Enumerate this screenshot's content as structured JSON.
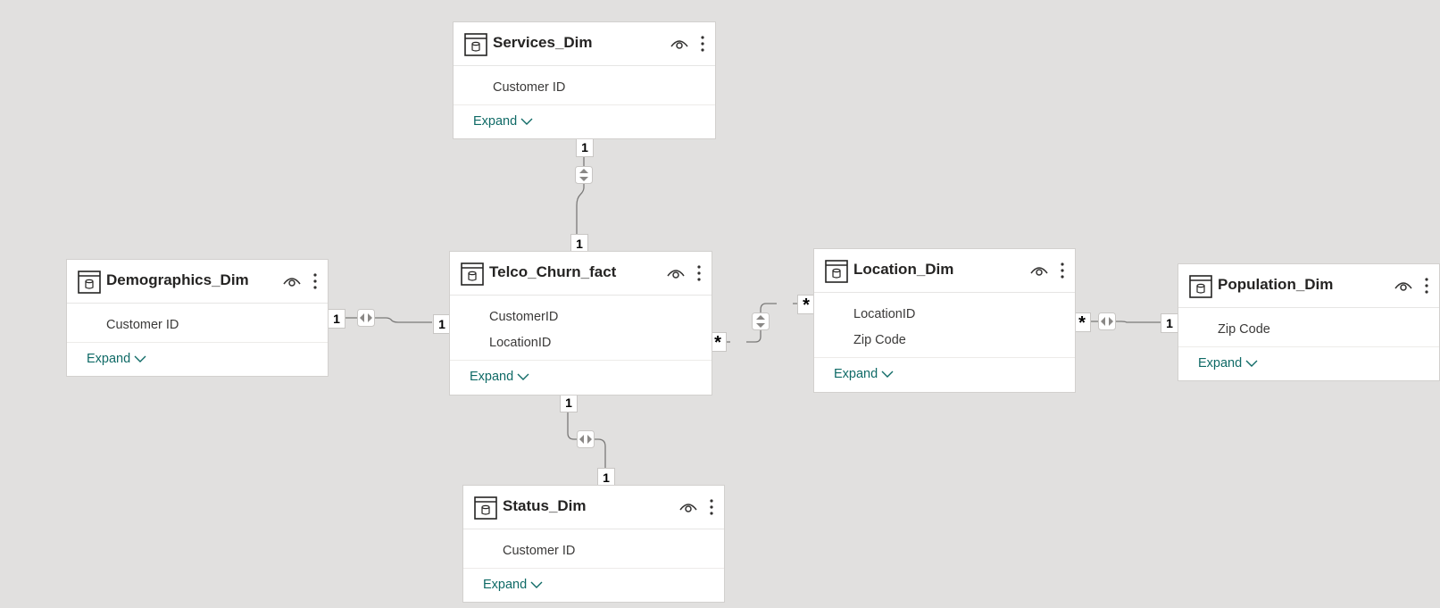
{
  "tables": {
    "services": {
      "name": "Services_Dim",
      "fields": [
        "Customer ID"
      ],
      "expand_label": "Expand"
    },
    "telco": {
      "name": "Telco_Churn_fact",
      "fields": [
        "CustomerID",
        "LocationID"
      ],
      "expand_label": "Expand"
    },
    "demographics": {
      "name": "Demographics_Dim",
      "fields": [
        "Customer ID"
      ],
      "expand_label": "Expand"
    },
    "location": {
      "name": "Location_Dim",
      "fields": [
        "LocationID",
        "Zip Code"
      ],
      "expand_label": "Expand"
    },
    "population": {
      "name": "Population_Dim",
      "fields": [
        "Zip Code"
      ],
      "expand_label": "Expand"
    },
    "status": {
      "name": "Status_Dim",
      "fields": [
        "Customer ID"
      ],
      "expand_label": "Expand"
    }
  },
  "relationships": [
    {
      "id": "services-telco",
      "from_card": "1",
      "to_card": "1",
      "filter": "both"
    },
    {
      "id": "demographics-telco",
      "from_card": "1",
      "to_card": "1",
      "filter": "both"
    },
    {
      "id": "telco-location",
      "from_card": "*",
      "to_card": "*",
      "filter": "both"
    },
    {
      "id": "location-population",
      "from_card": "*",
      "to_card": "1",
      "filter": "both"
    },
    {
      "id": "telco-status",
      "from_card": "1",
      "to_card": "1",
      "filter": "both"
    }
  ],
  "icons": {
    "table": "table-icon",
    "visibility": "eye-icon",
    "more": "more-options-icon",
    "expand": "chevron-down-icon",
    "filter": "filter-direction-icon"
  },
  "colors": {
    "canvas": "#e1e0df",
    "card": "#ffffff",
    "line": "#7a7978",
    "expand_text": "#0f6a66"
  }
}
